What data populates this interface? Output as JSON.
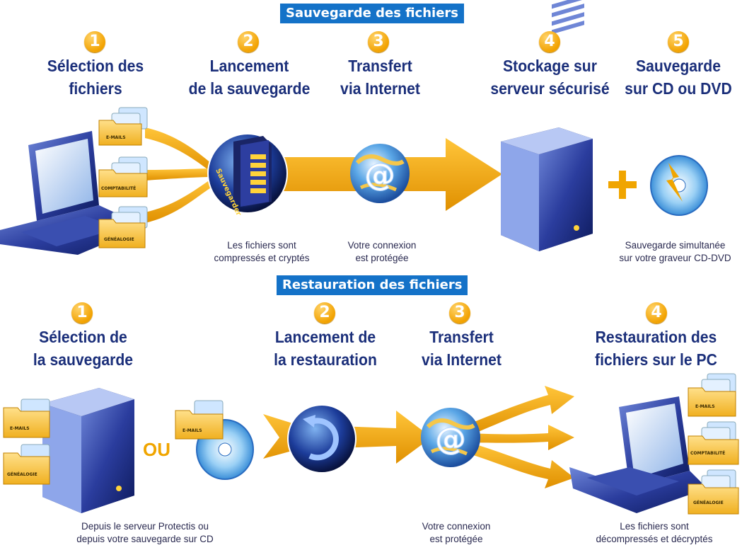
{
  "backup": {
    "banner": "Sauvegarde des fichiers",
    "steps": [
      {
        "num": "1",
        "title1": "Sélection des",
        "title2": "fichiers"
      },
      {
        "num": "2",
        "title1": "Lancement",
        "title2": "de la sauvegarde"
      },
      {
        "num": "3",
        "title1": "Transfert",
        "title2": "via Internet"
      },
      {
        "num": "4",
        "title1": "Stockage sur",
        "title2": "serveur sécurisé"
      },
      {
        "num": "5",
        "title1": "Sauvegarde",
        "title2": "sur CD ou DVD"
      }
    ],
    "folders": [
      "E-MAILS",
      "COMPTABILITÉ",
      "GÉNÉALOGIE"
    ],
    "globe_text": "Sauvegarder",
    "captions": [
      {
        "line1": "Les fichiers sont",
        "line2": "compressés et cryptés"
      },
      {
        "line1": "Votre connexion",
        "line2": "est protégée"
      },
      {
        "line1": "Sauvegarde simultanée",
        "line2": "sur votre graveur CD-DVD"
      }
    ]
  },
  "restore": {
    "banner": "Restauration des fichiers",
    "steps": [
      {
        "num": "1",
        "title1": "Sélection de",
        "title2": "la sauvegarde"
      },
      {
        "num": "2",
        "title1": "Lancement de",
        "title2": "la restauration"
      },
      {
        "num": "3",
        "title1": "Transfert",
        "title2": "via Internet"
      },
      {
        "num": "4",
        "title1": "Restauration des",
        "title2": "fichiers sur le PC"
      }
    ],
    "folders_server": [
      "E-MAILS",
      "GÉNÉALOGIE"
    ],
    "folder_cd": "E-MAILS",
    "folders_pc": [
      "E-MAILS",
      "COMPTABILITÉ",
      "GÉNÉALOGIE"
    ],
    "ou": "OU",
    "captions": [
      {
        "line1": "Depuis le serveur Protectis ou",
        "line2": "depuis votre sauvegarde sur CD"
      },
      {
        "line1": "Votre connexion",
        "line2": "est protégée"
      },
      {
        "line1": "Les fichiers sont",
        "line2": "décompressés et décryptés"
      }
    ]
  },
  "colors": {
    "banner": "#1472c8",
    "arrow": "#f0a500",
    "title": "#1b2f7a",
    "device": "#2a3a9a"
  }
}
